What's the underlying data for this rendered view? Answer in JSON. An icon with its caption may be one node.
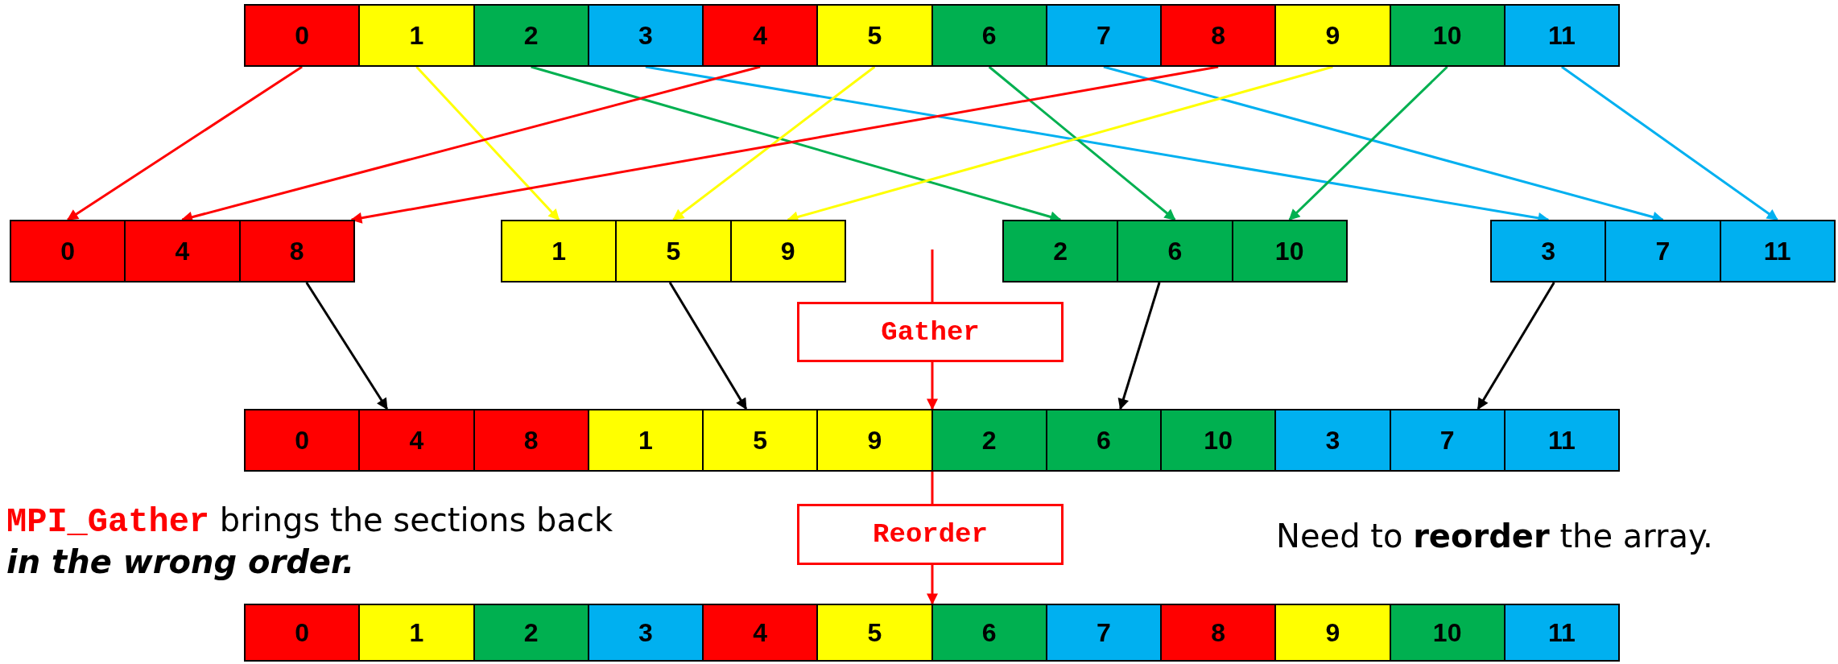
{
  "diagram": {
    "nodes": [
      {
        "text": [],
        "shape": "box"
      },
      {
        "text": [
          "0"
        ],
        "in": 0
      },
      {
        "text": [
          "1"
        ],
        "in": 0
      },
      {
        "text": [
          "2"
        ],
        "in": 0
      },
      {
        "text": [
          "3"
        ],
        "in": 0
      },
      {
        "text": [
          "4"
        ],
        "in": 0
      },
      {
        "text": [
          "5"
        ],
        "in": 0
      },
      {
        "text": [
          "6"
        ],
        "in": 0
      },
      {
        "text": [
          "7"
        ],
        "in": 0
      },
      {
        "text": [
          "8"
        ],
        "in": 0
      },
      {
        "text": [
          "9"
        ],
        "in": 0
      },
      {
        "text": [
          "10"
        ],
        "in": 0
      },
      {
        "text": [
          "11"
        ],
        "in": 0
      },
      {
        "text": [],
        "shape": "box"
      },
      {
        "text": [
          "0"
        ],
        "in": 13
      },
      {
        "text": [
          "4"
        ],
        "in": 13
      },
      {
        "text": [
          "8"
        ],
        "in": 13
      },
      {
        "text": [],
        "shape": "box"
      },
      {
        "text": [
          "1"
        ],
        "in": 17
      },
      {
        "text": [
          "5"
        ],
        "in": 17
      },
      {
        "text": [
          "9"
        ],
        "in": 17
      },
      {
        "text": [],
        "shape": "box"
      },
      {
        "text": [
          "2"
        ],
        "in": 21
      },
      {
        "text": [
          "6"
        ],
        "in": 21
      },
      {
        "text": [
          "10"
        ],
        "in": 21
      },
      {
        "text": [],
        "shape": "box"
      },
      {
        "text": [
          "3"
        ],
        "in": 25
      },
      {
        "text": [
          "7"
        ],
        "in": 25
      },
      {
        "text": [
          "11"
        ],
        "in": 25
      },
      {
        "text": [
          "Gather"
        ]
      },
      {
        "text": [],
        "shape": "box"
      },
      {
        "text": [
          "0"
        ],
        "in": 30
      },
      {
        "text": [
          "4"
        ],
        "in": 30
      },
      {
        "text": [
          "8"
        ],
        "in": 30
      },
      {
        "text": [
          "1"
        ],
        "in": 30
      },
      {
        "text": [
          "5"
        ],
        "in": 30
      },
      {
        "text": [
          "9"
        ],
        "in": 30
      },
      {
        "text": [
          "2"
        ],
        "in": 30
      },
      {
        "text": [
          "6"
        ],
        "in": 30
      },
      {
        "text": [
          "10"
        ],
        "in": 30
      },
      {
        "text": [
          "3"
        ],
        "in": 30
      },
      {
        "text": [
          "7"
        ],
        "in": 30
      },
      {
        "text": [
          "11"
        ],
        "in": 30
      },
      {
        "text": [
          "Reorder"
        ]
      },
      {
        "text": [],
        "shape": "box"
      },
      {
        "text": [
          "0"
        ],
        "in": 44
      },
      {
        "text": [
          "1"
        ],
        "in": 44
      },
      {
        "text": [
          "2"
        ],
        "in": 44
      },
      {
        "text": [
          "3"
        ],
        "in": 44
      },
      {
        "text": [
          "4"
        ],
        "in": 44
      },
      {
        "text": [
          "5"
        ],
        "in": 44
      },
      {
        "text": [
          "6"
        ],
        "in": 44
      },
      {
        "text": [
          "7"
        ],
        "in": 44
      },
      {
        "text": [
          "8"
        ],
        "in": 44
      },
      {
        "text": [
          "9"
        ],
        "in": 44
      },
      {
        "text": [
          "10"
        ],
        "in": 44
      },
      {
        "text": [
          "11"
        ],
        "in": 44
      }
    ],
    "edges": [
      {
        "from": 1,
        "to": 14,
        "arrow": "to"
      },
      {
        "from": 2,
        "to": 18,
        "arrow": "to",
        "color": "#ffff00"
      },
      {
        "from": 3,
        "to": 22,
        "arrow": "to",
        "color": "#00b050"
      },
      {
        "from": 4,
        "to": 26,
        "arrow": "to",
        "color": "#00b0f0"
      },
      {
        "from": 5,
        "to": 15,
        "arrow": "to"
      },
      {
        "from": 6,
        "to": 19,
        "arrow": "to",
        "color": "#ffff00"
      },
      {
        "from": 7,
        "to": 23,
        "arrow": "to",
        "color": "#00b050"
      },
      {
        "from": 8,
        "to": 27,
        "arrow": "to",
        "color": "#00b0f0"
      },
      {
        "from": 9,
        "to": 16,
        "arrow": "to"
      },
      {
        "from": 10,
        "to": 20,
        "arrow": "to",
        "color": "#ffff00"
      },
      {
        "from": 11,
        "to": 24,
        "arrow": "to",
        "color": "#00b050"
      },
      {
        "from": 12,
        "to": 28,
        "arrow": "to",
        "color": "#00b0f0"
      },
      {
        "from": 13,
        "to": 30,
        "arrow": "to",
        "color": "#000000"
      },
      {
        "from": 17,
        "to": 30,
        "arrow": "to",
        "color": "#000000"
      },
      {
        "from": 21,
        "to": 30,
        "arrow": "to",
        "color": "#000000"
      },
      {
        "from": 25,
        "to": 30,
        "arrow": "to",
        "color": "#000000"
      },
      {
        "from": null,
        "to": 29,
        "arrow": "none"
      },
      {
        "from": 29,
        "to": 30,
        "arrow": "to"
      },
      {
        "from": 30,
        "to": 43,
        "arrow": "none"
      },
      {
        "from": 43,
        "to": 44,
        "arrow": "to"
      }
    ],
    "labels": [
      "**MPI_Gather** brings the sections back *in the wrong order.*",
      "Need to **reorder** the array."
    ]
  }
}
